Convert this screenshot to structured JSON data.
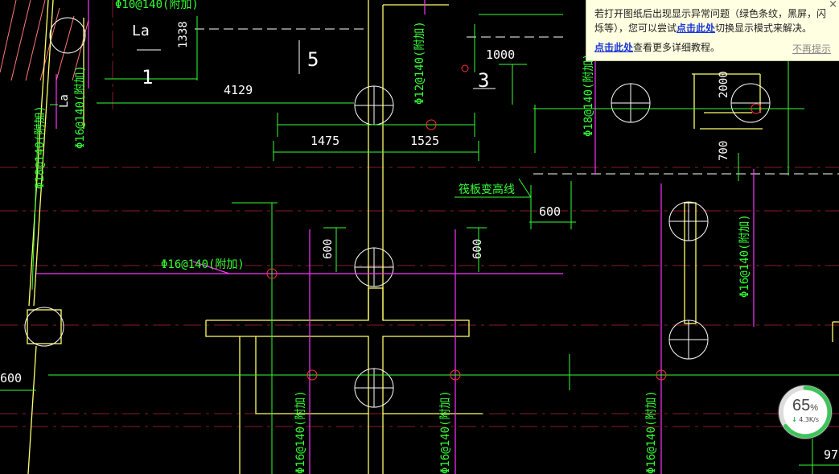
{
  "tip": {
    "line1": "若打开图纸后出现显示异常问题（绿色条纹，黑屏，闪烁等），您可以尝试",
    "link1": "点击此处",
    "line1_end": "切换显示模式来解决。",
    "link2": "点击此处",
    "line2_end": "查看更多详细教程。",
    "dismiss": "不再提示",
    "close": "×"
  },
  "speed_gauge": {
    "percent": "65",
    "percent_unit": "%",
    "percent_value": 0.65,
    "speed_arrow": "↓",
    "speed": "4.3K/s",
    "ring_color": "#3ec45a"
  },
  "drawing": {
    "labels": {
      "la_top": "La",
      "la_left": "La",
      "d1338": "1338",
      "d4129": "4129",
      "d1475": "1475",
      "d1525": "1525",
      "d1000": "1000",
      "d2000": "2000",
      "d700": "700",
      "d600_right": "600",
      "d600_mid1": "600",
      "d600_mid2": "600",
      "d600_left": "600",
      "d97": "97",
      "sec5": "5",
      "sec3": "3",
      "sec1": "1",
      "raft_change": "筏板变高线",
      "rebar_top": "Φ10@140(附加)",
      "rebar_left1": "Φ16@140(附加)",
      "rebar_left2": "Φ18@140(附加)",
      "rebar_mid_v": "Φ12@140(附加)",
      "rebar_right_v": "Φ18@140(附加)",
      "rebar_horiz": "Φ16@140(附加)",
      "rebar_far_right": "Φ16@140(附加)",
      "rebar_bot1": "Φ16@140(附加)",
      "rebar_bot2": "Φ16@140(附加)",
      "rebar_bot3": "Φ16@140(附加)"
    },
    "colors": {
      "green": "#33ff33",
      "magenta": "#ff33ff",
      "yellow": "#ffff66",
      "red": "#ff3333",
      "white": "#ffffff",
      "darkred": "#8a1a2a"
    }
  }
}
